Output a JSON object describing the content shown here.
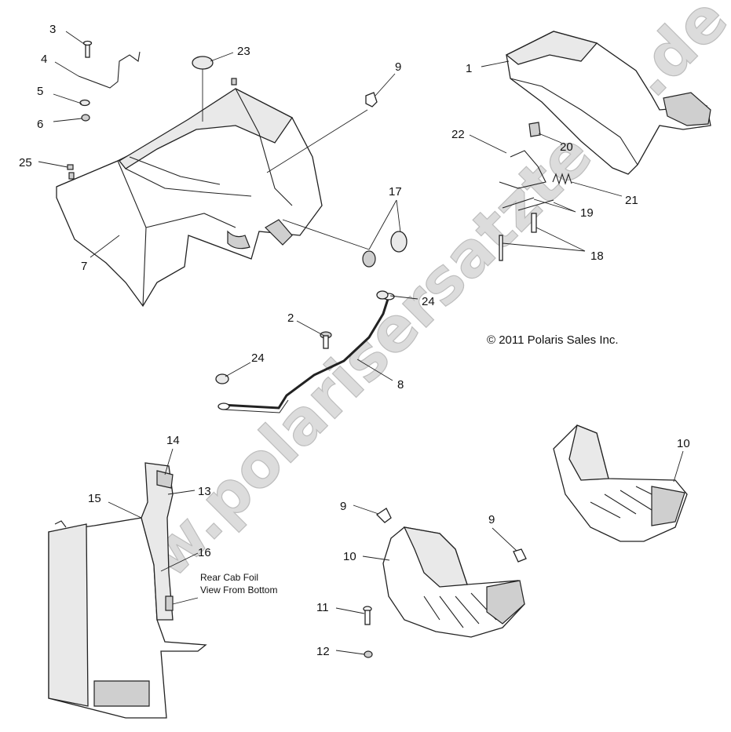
{
  "callouts": {
    "c1": "1",
    "c2": "2",
    "c3": "3",
    "c4": "4",
    "c5": "5",
    "c6": "6",
    "c7": "7",
    "c8": "8",
    "c9a": "9",
    "c9b": "9",
    "c9c": "9",
    "c10a": "10",
    "c10b": "10",
    "c11": "11",
    "c12": "12",
    "c13": "13",
    "c14": "14",
    "c15": "15",
    "c16": "16",
    "c17": "17",
    "c18": "18",
    "c19": "19",
    "c20": "20",
    "c21": "21",
    "c22": "22",
    "c23": "23",
    "c24a": "24",
    "c24b": "24",
    "c25": "25"
  },
  "note": {
    "line1": "Rear Cab Foil",
    "line2": "View From Bottom"
  },
  "copyright": "© 2011 Polaris Sales Inc.",
  "watermark": "www.polarisersatzteile.de"
}
